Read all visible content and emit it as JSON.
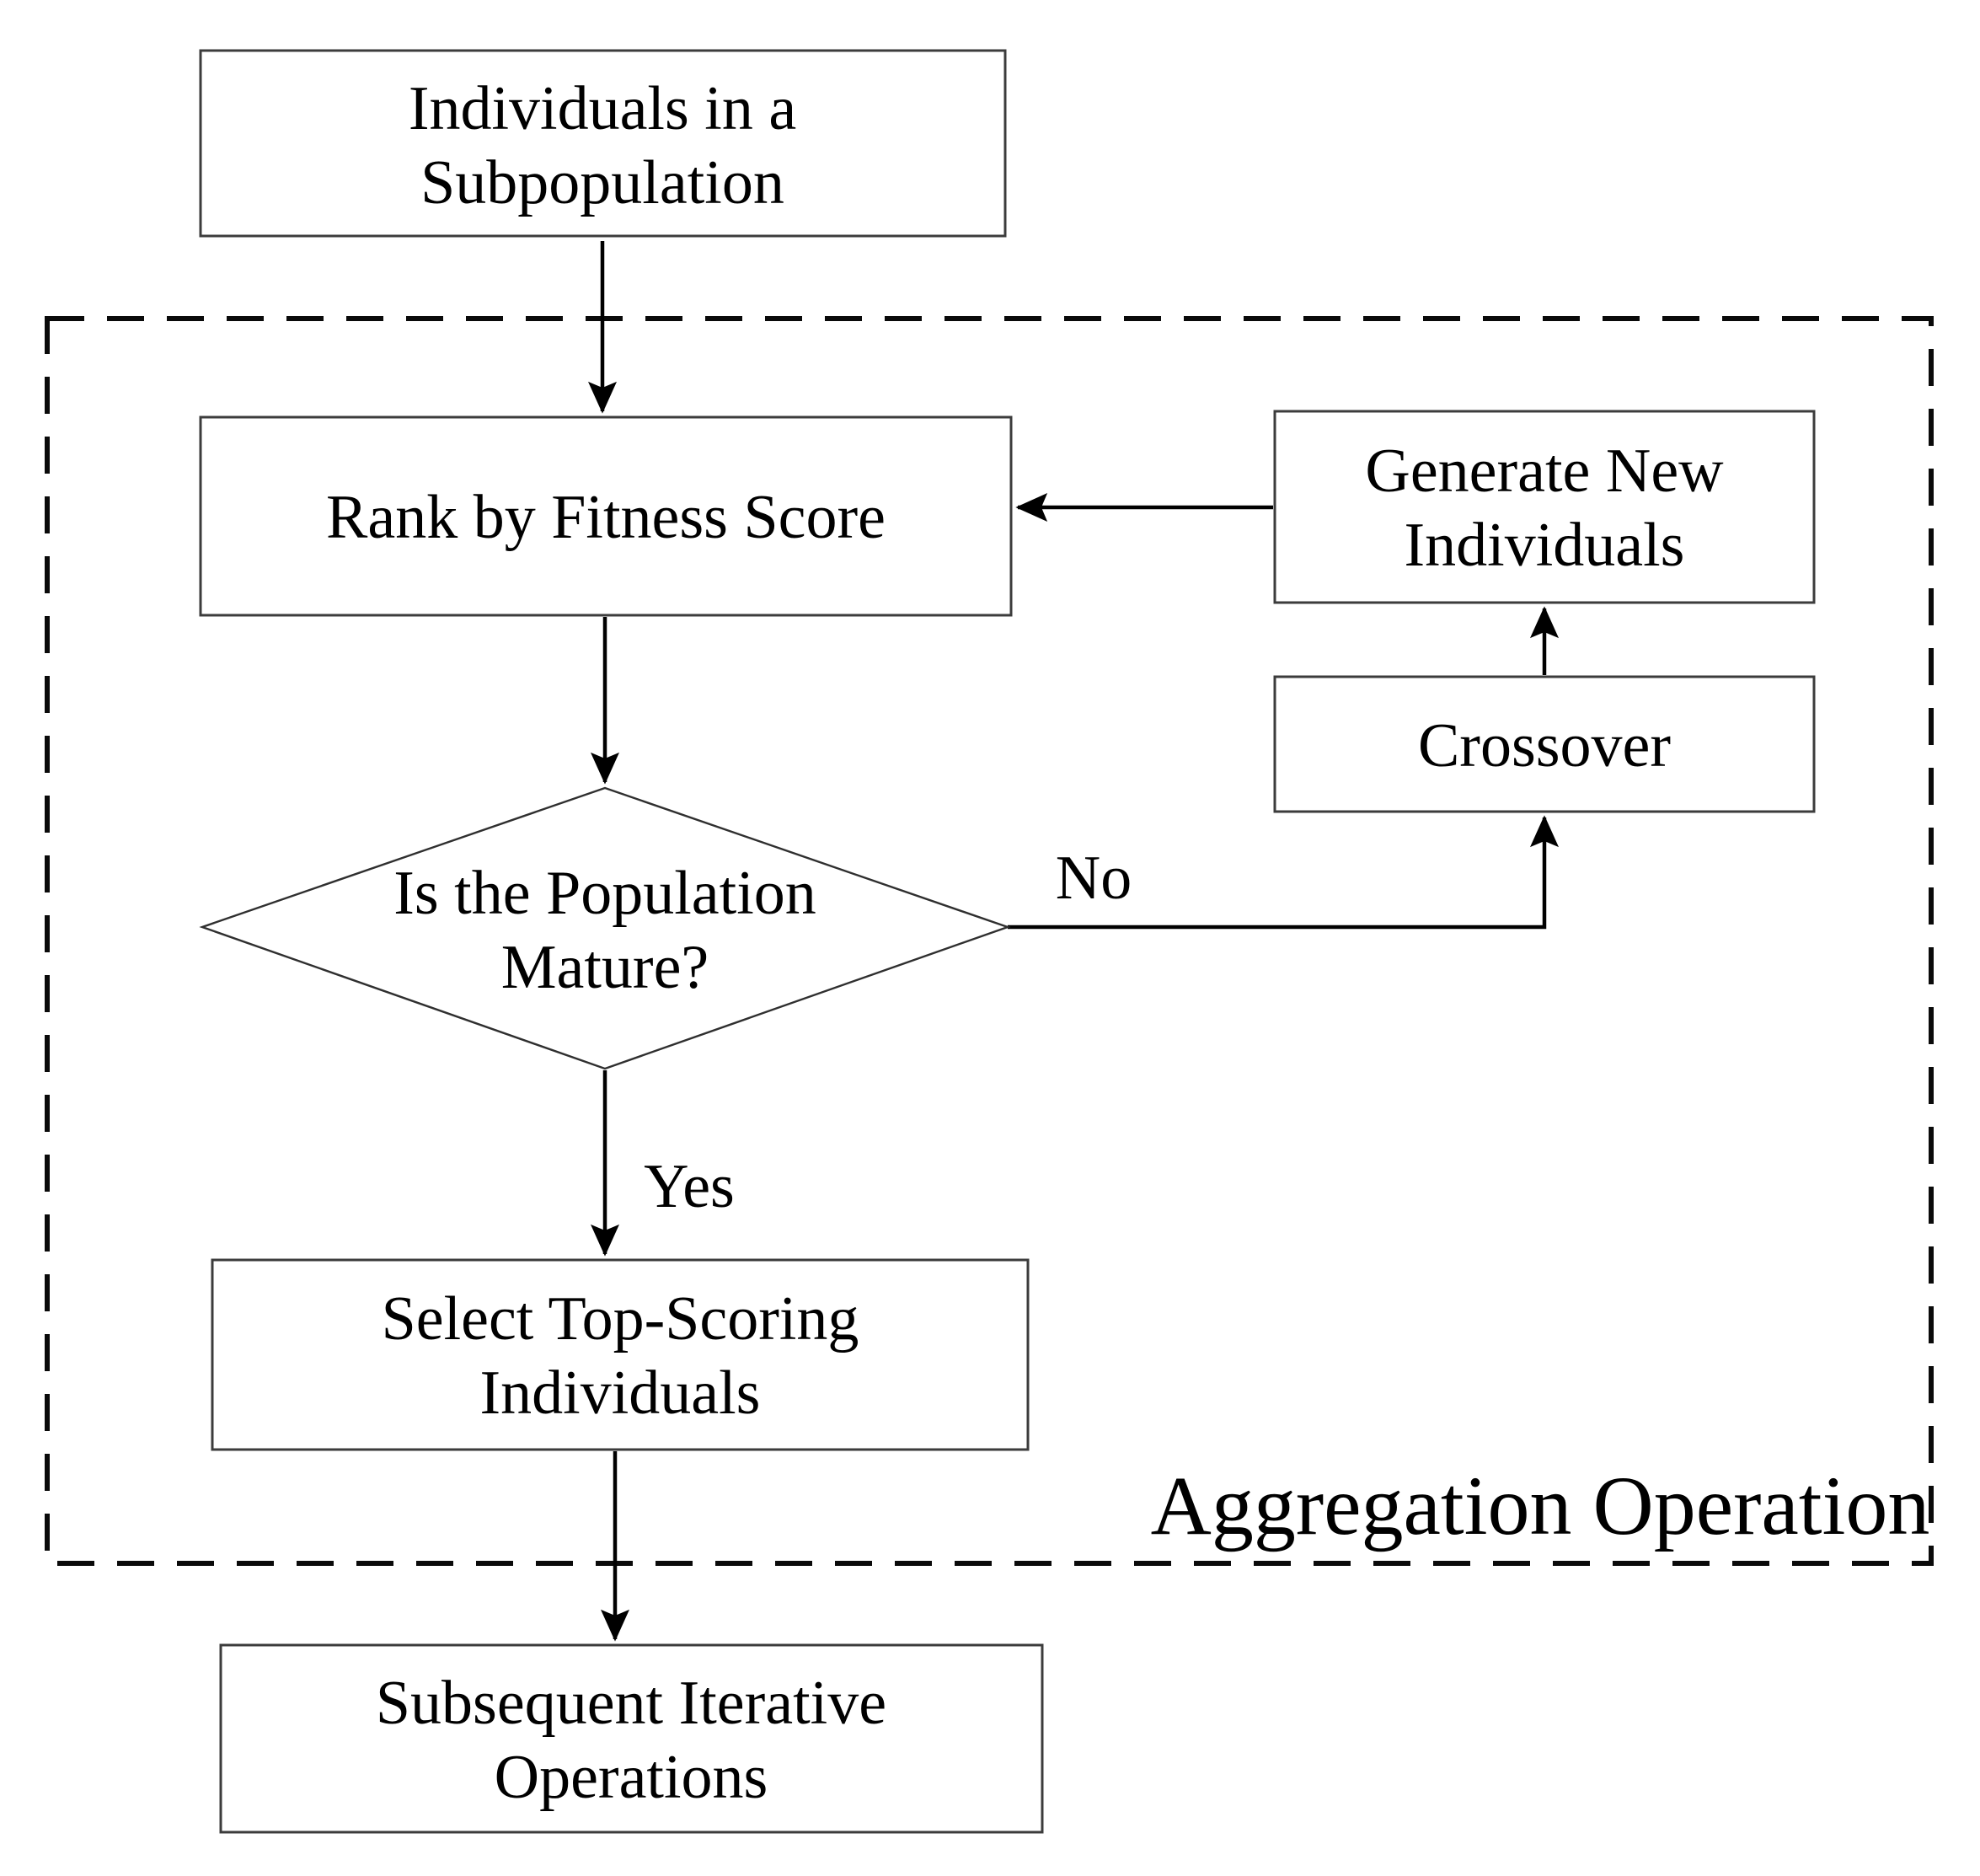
{
  "diagram": {
    "type": "flowchart",
    "boundary": {
      "label": "Aggregation Operation",
      "style": "dashed"
    },
    "nodes": {
      "individuals": {
        "shape": "rect",
        "line1": "Individuals in a",
        "line2": "Subpopulation"
      },
      "rank": {
        "shape": "rect",
        "label": "Rank by Fitness Score"
      },
      "generate": {
        "shape": "rect",
        "line1": "Generate New",
        "line2": "Individuals"
      },
      "crossover": {
        "shape": "rect",
        "label": "Crossover"
      },
      "mature": {
        "shape": "diamond",
        "line1": "Is the Population",
        "line2": "Mature?"
      },
      "select": {
        "shape": "rect",
        "line1": "Select Top-Scoring",
        "line2": "Individuals"
      },
      "subsequent": {
        "shape": "rect",
        "line1": "Subsequent Iterative",
        "line2": "Operations"
      }
    },
    "edges": {
      "individuals_to_rank": {
        "from": "individuals",
        "to": "rank",
        "label": ""
      },
      "rank_to_mature": {
        "from": "rank",
        "to": "mature",
        "label": ""
      },
      "mature_to_crossover": {
        "from": "mature",
        "to": "crossover",
        "label": "No"
      },
      "crossover_to_generate": {
        "from": "crossover",
        "to": "generate",
        "label": ""
      },
      "generate_to_rank": {
        "from": "generate",
        "to": "rank",
        "label": ""
      },
      "mature_to_select": {
        "from": "mature",
        "to": "select",
        "label": "Yes"
      },
      "select_to_subsequent": {
        "from": "select",
        "to": "subsequent",
        "label": ""
      }
    },
    "colors": {
      "background": "#ffffff",
      "box_stroke": "#3c3c3c",
      "line_stroke": "#000000",
      "text": "#000000"
    }
  }
}
